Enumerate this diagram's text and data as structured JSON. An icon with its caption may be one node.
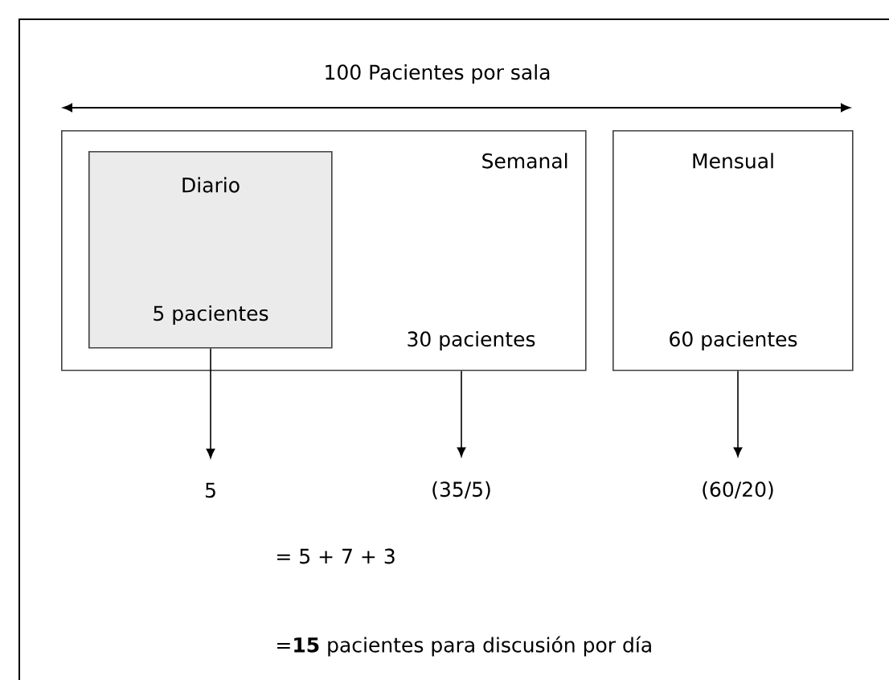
{
  "diagram": {
    "nodes": [
      {
        "text": [
          "Semanal",
          "30 pacientes"
        ]
      },
      {
        "text": [
          "Diario",
          "5 pacientes"
        ],
        "in": 0
      },
      {
        "text": [
          "Mensual",
          "60 pacientes"
        ]
      },
      {
        "text": [
          "5"
        ]
      },
      {
        "text": [
          "(35/5)"
        ]
      },
      {
        "text": [
          "(60/20)"
        ]
      }
    ],
    "edges": [
      {
        "from": 1,
        "to": 3,
        "arrow": "to"
      },
      {
        "from": 0,
        "to": 4,
        "arrow": "to"
      },
      {
        "from": 2,
        "to": 5,
        "arrow": "to"
      }
    ],
    "labels": [
      "100 Pacientes por sala",
      "= 5 + 7 + 3",
      "=**15** pacientes para discusión por día"
    ]
  }
}
